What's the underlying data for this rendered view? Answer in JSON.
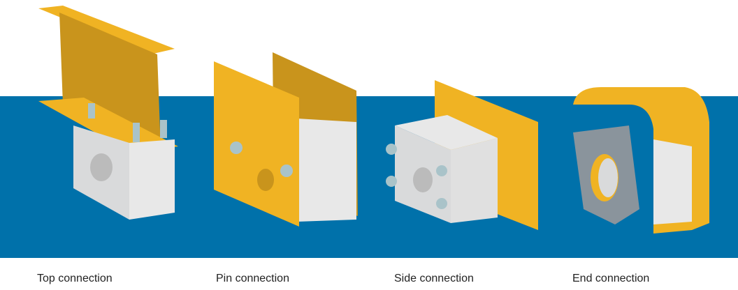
{
  "colors": {
    "band": "#0071aa",
    "steel": "#f0b323",
    "steel_dark": "#c9941c",
    "housing": "#d9dadb"
  },
  "items": [
    {
      "label": "Top connection"
    },
    {
      "label": "Pin connection"
    },
    {
      "label": "Side connection"
    },
    {
      "label": "End connection"
    }
  ]
}
